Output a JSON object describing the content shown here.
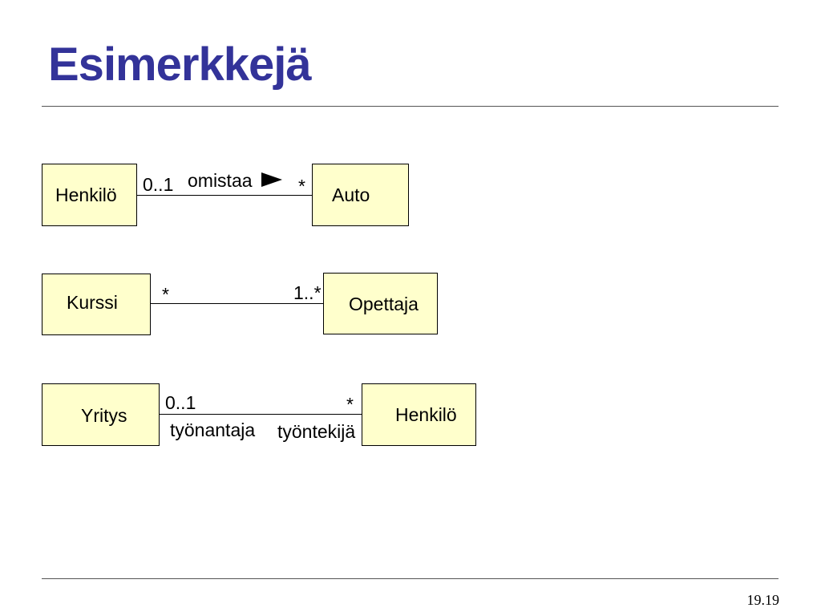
{
  "slide": {
    "title": "Esimerkkejä",
    "page_number": "19.19"
  },
  "diagram1": {
    "left_class": "Henkilö",
    "right_class": "Auto",
    "left_multiplicity": "0..1",
    "association_name": "omistaa",
    "right_multiplicity": "*",
    "direction_icon": "filled-right-triangle"
  },
  "diagram2": {
    "left_class": "Kurssi",
    "right_class": "Opettaja",
    "left_multiplicity": "*",
    "right_multiplicity": "1..*"
  },
  "diagram3": {
    "left_class": "Yritys",
    "right_class": "Henkilö",
    "left_multiplicity": "0..1",
    "left_role": "työnantaja",
    "right_multiplicity": "*",
    "right_role": "työntekijä"
  },
  "colors": {
    "title": "#333399",
    "class_fill": "#ffffcc"
  }
}
